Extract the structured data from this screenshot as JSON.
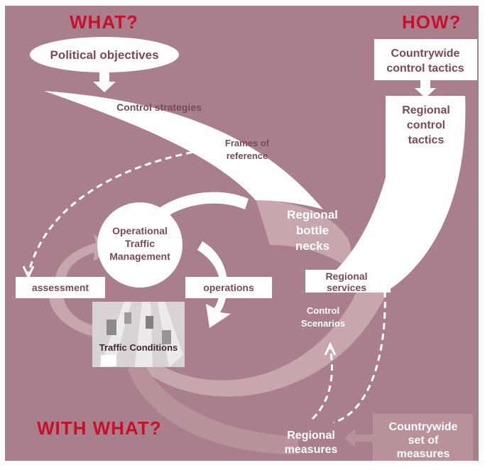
{
  "headers": {
    "what": "WHAT?",
    "how": "HOW?",
    "with_what": "WITH WHAT?"
  },
  "labels": {
    "political_objectives": "Political objectives",
    "control_strategies": "Control strategies",
    "frames_of_reference": [
      "Frames of",
      "reference"
    ],
    "countrywide_control_tactics": [
      "Countrywide",
      "control tactics"
    ],
    "regional_control_tactics": [
      "Regional",
      "control",
      "tactics"
    ],
    "regional_bottlenecks": [
      "Regional",
      "bottle",
      "necks"
    ],
    "regional_services": [
      "Regional",
      "services"
    ],
    "control_scenarios": [
      "Control",
      "Scenarios"
    ],
    "operational_traffic_management": [
      "Operational",
      "Traffic",
      "Management"
    ],
    "assessment": "assessment",
    "operations": "operations",
    "traffic_conditions": "Traffic Conditions",
    "regional_measures": [
      "Regional",
      "measures"
    ],
    "countrywide_set_of_measures": [
      "Countrywide",
      "set of",
      "measures"
    ]
  },
  "colors": {
    "background": "#a87f8a",
    "header_red": "#c8102e",
    "white": "#ffffff",
    "light_band": "#c7a6ae",
    "text_mauve": "#7b4a57"
  }
}
